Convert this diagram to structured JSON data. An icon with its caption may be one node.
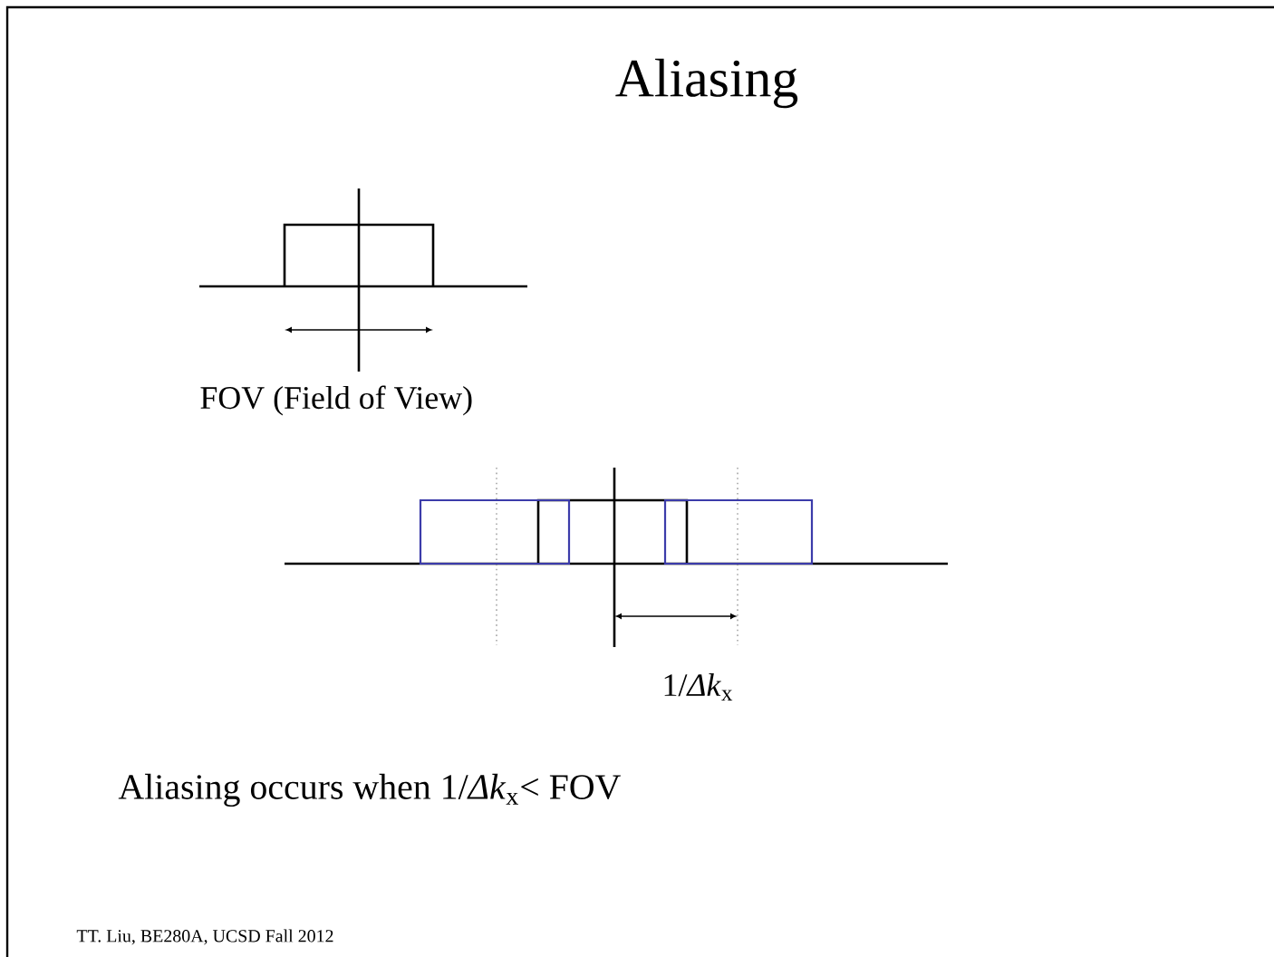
{
  "diagram": {
    "title": "Aliasing",
    "labels": [
      "FOV (Field of View)",
      "1/*Δk*$_{x}$",
      "Aliasing occurs when  1/*Δk*$_{x}$< FOV",
      "TT. Liu, BE280A, UCSD Fall 2012"
    ]
  }
}
